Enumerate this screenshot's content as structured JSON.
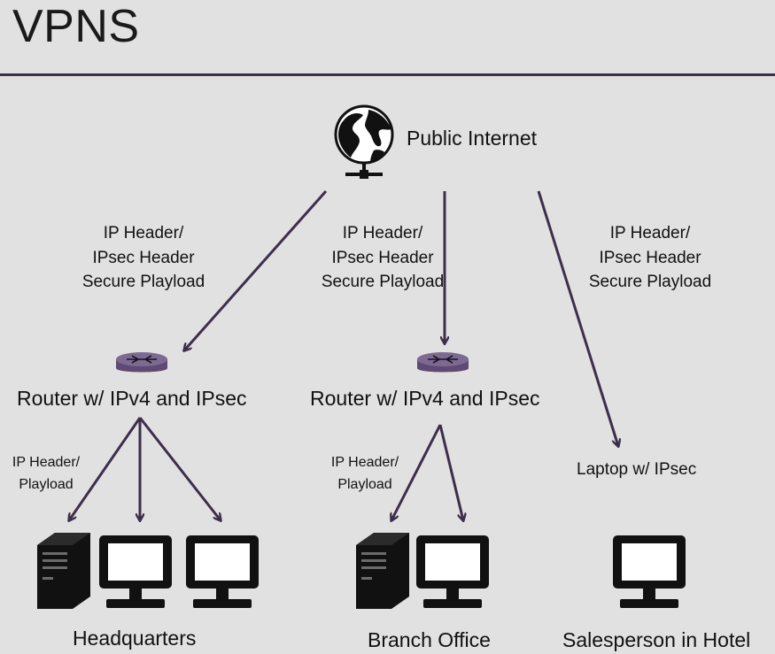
{
  "title": "VPNS",
  "internet": {
    "label": "Public Internet",
    "icon": "globe-network-icon"
  },
  "routers": [
    {
      "label": "Router w/ IPv4 and IPsec",
      "icon": "router-icon"
    },
    {
      "label": "Router w/ IPv4 and IPsec",
      "icon": "router-icon"
    }
  ],
  "packet_labels": [
    {
      "lines": [
        "IP Header/",
        "IPsec Header",
        "Secure Playload"
      ]
    },
    {
      "lines": [
        "IP Header/",
        "IPsec Header",
        "Secure Playload"
      ]
    },
    {
      "lines": [
        "IP Header/",
        "IPsec Header",
        "Secure Playload"
      ]
    }
  ],
  "local_labels": [
    {
      "lines": [
        "IP Header/",
        "Playload"
      ]
    },
    {
      "lines": [
        "IP Header/",
        "Playload"
      ]
    }
  ],
  "laptop_label": "Laptop w/ IPsec",
  "sites": [
    {
      "label": "Headquarters"
    },
    {
      "label": "Branch Office"
    },
    {
      "label": "Salesperson in Hotel"
    }
  ],
  "colors": {
    "line": "#3d2e4b",
    "router": "#6b5580",
    "icon": "#111111",
    "background": "#e1e1e1"
  }
}
